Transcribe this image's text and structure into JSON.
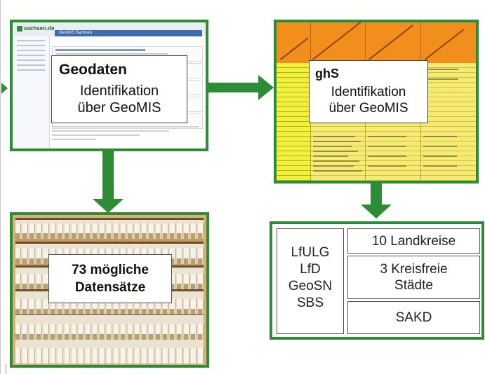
{
  "geomis_screenshot": {
    "site_logo": "sachsen.de",
    "app_tab": "GeoMIS Sachsen"
  },
  "callouts": {
    "geodaten": {
      "title": "Geodaten",
      "line1": "Identifikation",
      "line2": "über GeoMIS"
    },
    "ghs": {
      "title": "ghS",
      "line1": "Identifikation",
      "line2": "über GeoMIS"
    },
    "datasets": {
      "line1": "73 mögliche",
      "line2": "Datensätze"
    }
  },
  "organisations": {
    "authorities": [
      "LfULG",
      "LfD",
      "GeoSN",
      "SBS"
    ],
    "cells": [
      "10 Landkreise",
      "3 Kreisfreie Städte",
      "SAKD"
    ]
  },
  "colors": {
    "border_green": "#2e8b36",
    "sheet_orange": "#f28f1c",
    "sheet_yellow": "#f1f03a"
  }
}
